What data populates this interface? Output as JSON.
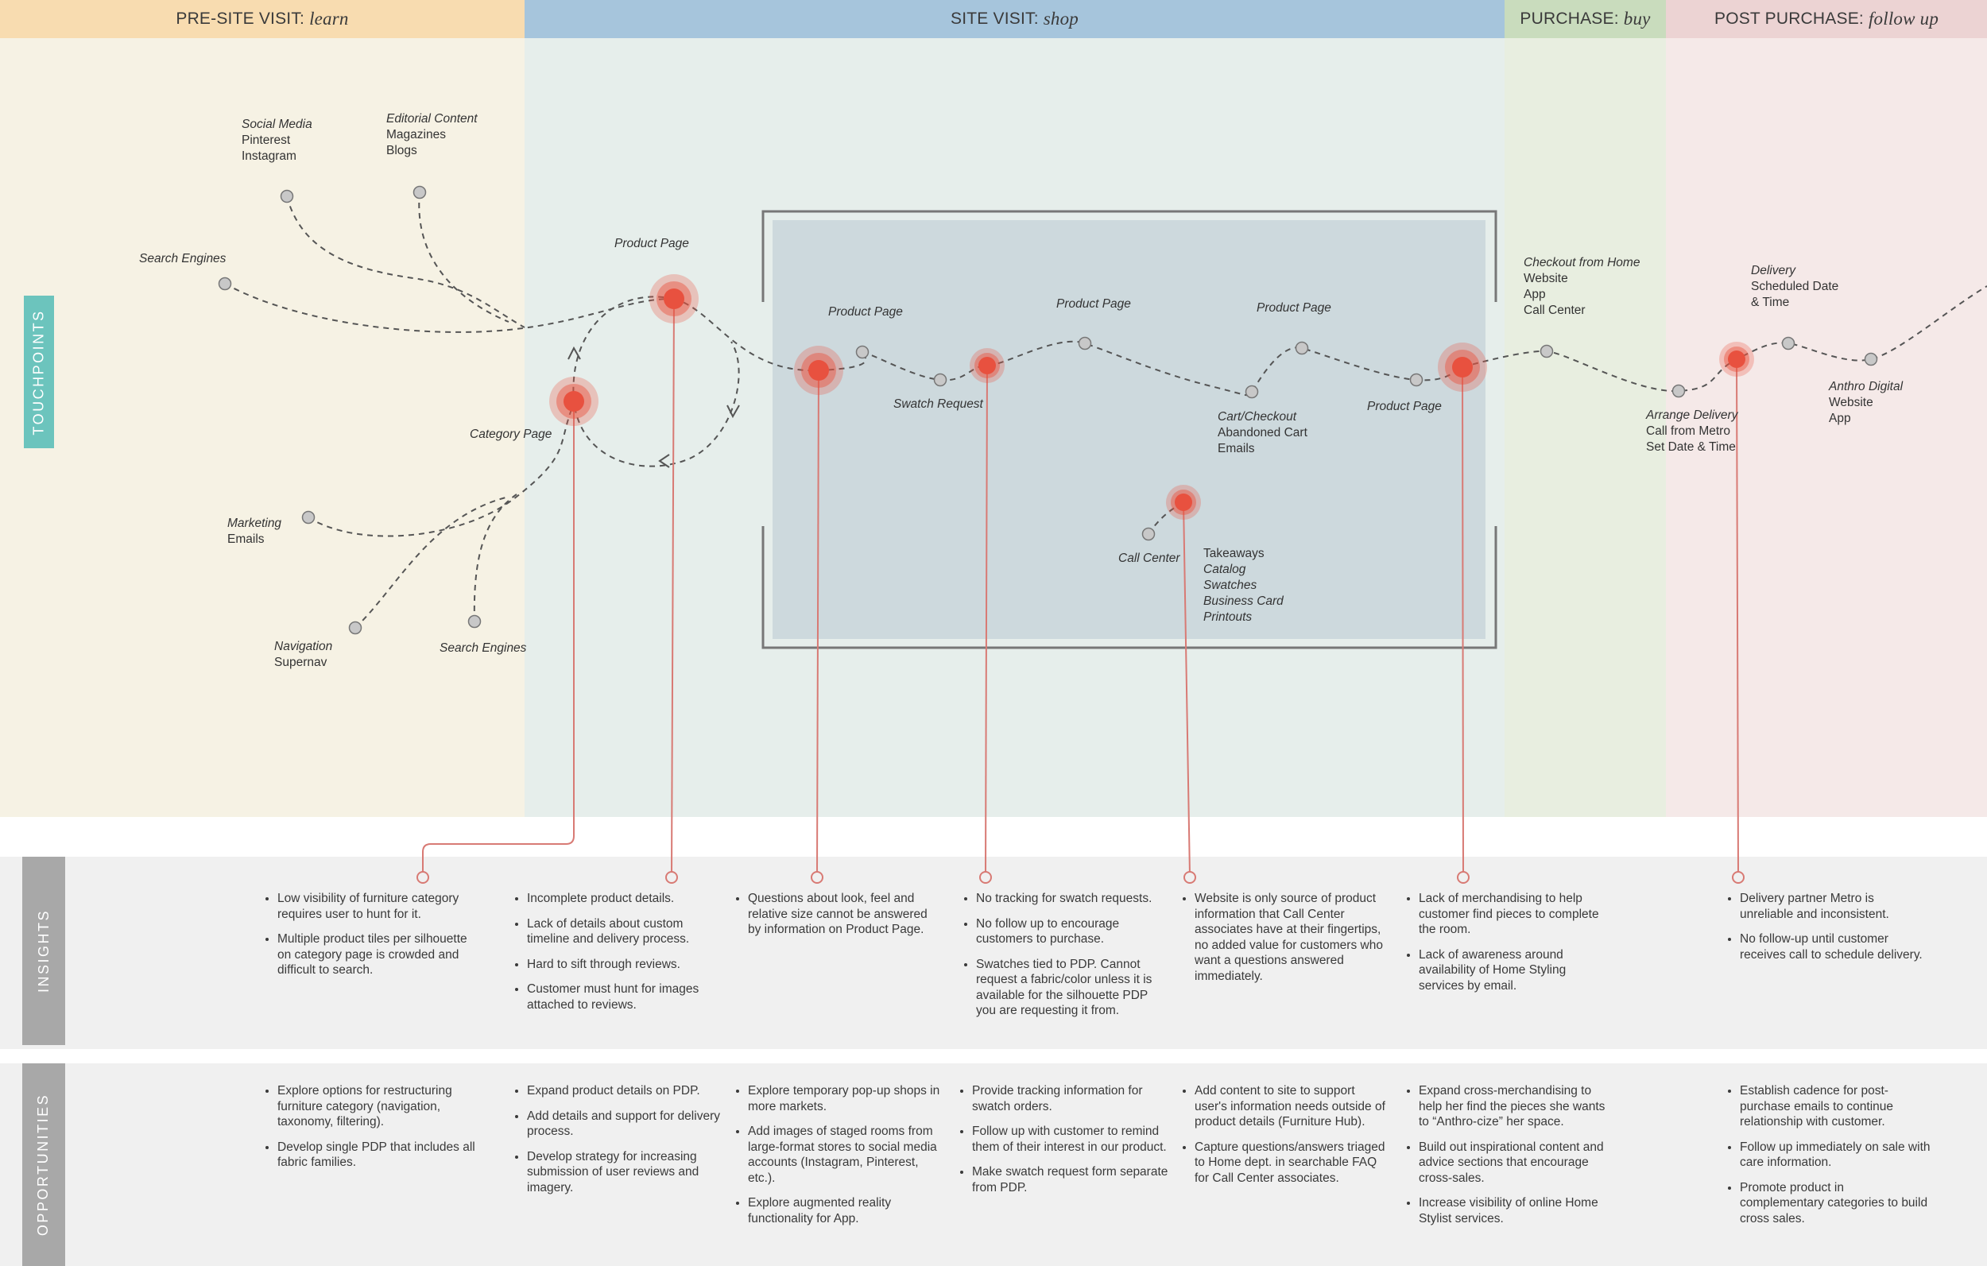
{
  "phases": [
    {
      "label": "PRE-SITE VISIT:",
      "em": "learn",
      "color": "#f8dcb0"
    },
    {
      "label": "SITE VISIT:",
      "em": "shop",
      "color": "#a6c5dc"
    },
    {
      "label": "PURCHASE:",
      "em": "buy",
      "color": "#c9dcbd"
    },
    {
      "label": "POST PURCHASE:",
      "em": "follow up",
      "color": "#ecd3d3"
    }
  ],
  "rows": {
    "touchpoints": "TOUCHPOINTS",
    "insights": "INSIGHTS",
    "opportunities": "OPPORTUNITIES"
  },
  "colors": {
    "pain_point": "#e8513f",
    "connector": "#d87a74",
    "touch_node": "#c8c8c8",
    "dashed_path": "#555555",
    "touchpoints_tab": "#6cc4bd",
    "row_tab": "#a8a8a8"
  },
  "touchpoints": {
    "social_media": {
      "title": "Social Media",
      "sub": [
        "Pinterest",
        "Instagram"
      ]
    },
    "editorial": {
      "title": "Editorial Content",
      "sub": [
        "Magazines",
        "Blogs"
      ]
    },
    "search_engines_top": {
      "title": "Search Engines",
      "sub": []
    },
    "product_page_1": {
      "title": "Product Page",
      "sub": []
    },
    "category_page": {
      "title": "Category Page",
      "sub": []
    },
    "marketing": {
      "title": "Marketing",
      "sub": [
        "Emails"
      ]
    },
    "navigation": {
      "title": "Navigation",
      "sub": [
        "Supernav"
      ]
    },
    "search_engines_bottom": {
      "title": "Search Engines",
      "sub": []
    },
    "product_page_2": {
      "title": "Product Page",
      "sub": []
    },
    "swatch_request": {
      "title": "Swatch Request",
      "sub": []
    },
    "product_page_3": {
      "title": "Product Page",
      "sub": []
    },
    "cart_checkout": {
      "title": "Cart/Checkout",
      "sub": [
        "Abandoned Cart",
        "Emails"
      ]
    },
    "product_page_4": {
      "title": "Product Page",
      "sub": []
    },
    "product_page_5": {
      "title": "Product Page",
      "sub": []
    },
    "call_center": {
      "title": "Call Center",
      "sub": []
    },
    "takeaways": {
      "title": "Takeaways",
      "sub": [
        "Catalog",
        "Swatches",
        "Business Card",
        "Printouts"
      ]
    },
    "checkout_home": {
      "title": "Checkout from Home",
      "sub": [
        "Website",
        "App",
        "Call Center"
      ]
    },
    "arrange_delivery": {
      "title": "Arrange Delivery",
      "sub": [
        "Call from Metro",
        "Set Date & Time"
      ]
    },
    "delivery": {
      "title": "Delivery",
      "sub": [
        "Scheduled Date",
        "& Time"
      ]
    },
    "anthro_digital": {
      "title": "Anthro Digital",
      "sub": [
        "Website",
        "App"
      ]
    }
  },
  "insights": [
    [
      "Low visibility of furniture category requires user to hunt for it.",
      "Multiple product tiles per silhouette on category page is crowded and difficult to search."
    ],
    [
      "Incomplete product details.",
      "Lack of details about custom timeline and delivery process.",
      "Hard to sift through reviews.",
      "Customer must hunt for images attached to reviews."
    ],
    [
      "Questions about look, feel and relative size cannot be answered by information on Product Page."
    ],
    [
      "No tracking for swatch requests.",
      "No follow up to encourage customers to purchase.",
      "Swatches tied to PDP. Cannot request a fabric/color unless it is available for the silhouette PDP you are requesting it from."
    ],
    [
      "Website is only source of product information that Call Center associates have at their fingertips, no added value for customers who want a questions answered immediately."
    ],
    [
      "Lack of merchandising to help customer find pieces to complete the room.",
      "Lack of awareness around availability of Home Styling services by email."
    ],
    [
      "Delivery partner Metro is unreliable and inconsistent.",
      "No follow-up until customer receives call to schedule delivery."
    ]
  ],
  "opportunities": [
    [
      "Explore options for restructuring furniture category (navigation, taxonomy, filtering).",
      "Develop single PDP that includes all fabric families."
    ],
    [
      "Expand product details on PDP.",
      "Add details and support for delivery process.",
      "Develop strategy for increasing submission of user reviews and imagery."
    ],
    [
      "Explore temporary pop-up shops in more markets.",
      "Add images of staged rooms from large-format stores to social media accounts (Instagram, Pinterest, etc.).",
      "Explore augmented reality functionality for App."
    ],
    [
      "Provide tracking information for swatch orders.",
      "Follow up with customer to remind them of their interest in our product.",
      "Make swatch request form separate from PDP."
    ],
    [
      "Add content to site to support user's information needs outside of product details (Furniture Hub).",
      "Capture questions/answers triaged to Home dept. in searchable FAQ for Call Center associates."
    ],
    [
      "Expand cross-merchandising to help her find the pieces she wants to “Anthro-cize” her space.",
      "Build out inspirational content and advice sections that encourage cross-sales.",
      "Increase visibility of online Home Stylist services."
    ],
    [
      "Establish cadence for post-purchase emails to continue relationship with customer.",
      "Follow up immediately on sale with care information.",
      "Promote product in complementary categories to build cross sales."
    ]
  ]
}
